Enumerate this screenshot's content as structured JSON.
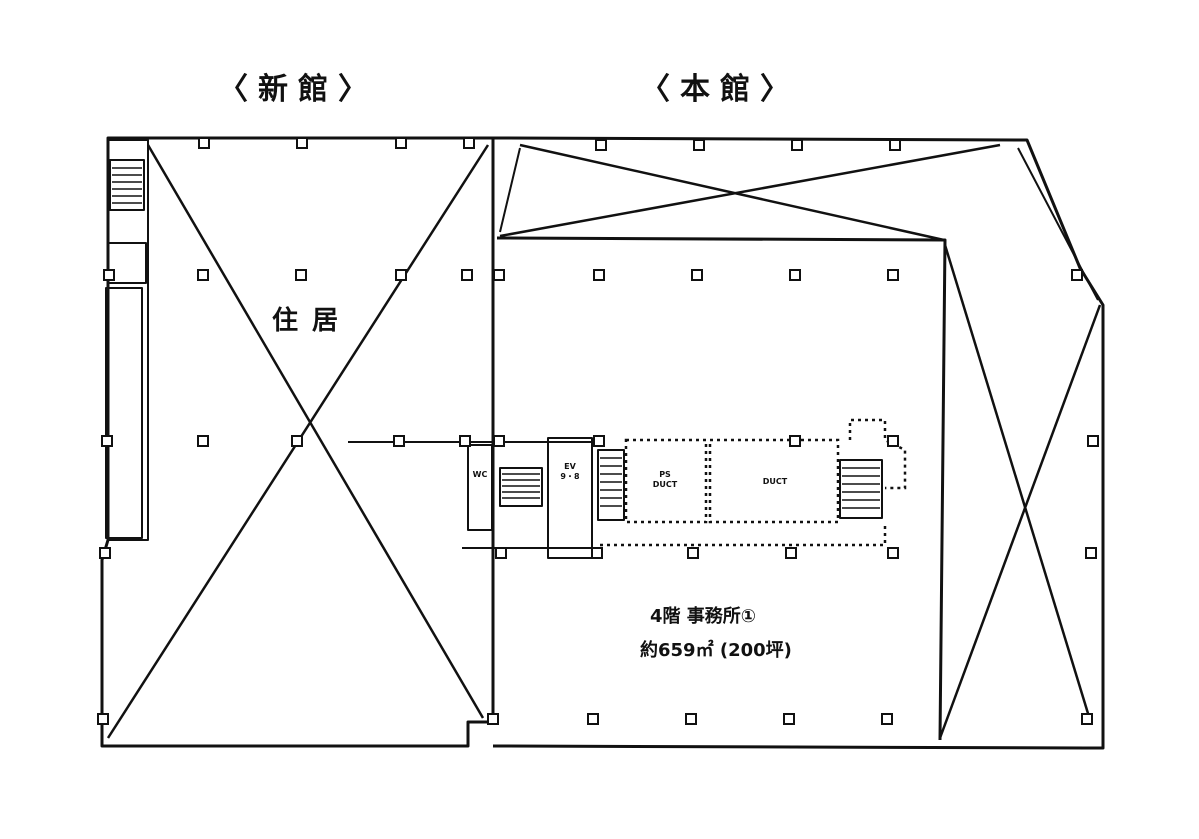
{
  "headings": {
    "new_wing": "〈新館〉",
    "main_wing": "〈本館〉"
  },
  "rooms": {
    "residence": "住居",
    "office_name": "4階 事務所①",
    "office_area": "約659㎡ (200坪)"
  },
  "core": {
    "ev_hall": "EV\n9・8",
    "wc_1": "WC",
    "pipe_1": "PS\nDUCT",
    "pipe_2": "DUCT"
  }
}
